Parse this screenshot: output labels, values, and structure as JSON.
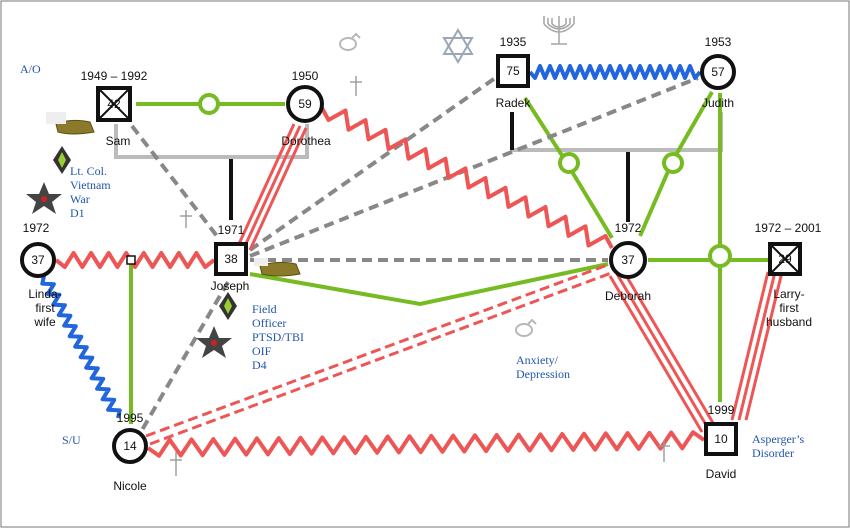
{
  "title": "",
  "colors": {
    "harmony": "#77bb22",
    "conflict": "#ee5555",
    "close_blue": "#2266dd",
    "distant": "#888888",
    "marriage": "#bbbbbb",
    "note_text": "#2255aa"
  },
  "side_labels": {
    "ao": "A/O",
    "su": "S/U"
  },
  "people": [
    {
      "id": "sam",
      "name": "Sam",
      "years": "1949 – 1992",
      "age": "42",
      "sex": "male",
      "deceased": true
    },
    {
      "id": "dorothea",
      "name": "Dorothea",
      "years": "1950",
      "age": "59",
      "sex": "female",
      "deceased": false
    },
    {
      "id": "radek",
      "name": "Radek",
      "years": "1935",
      "age": "75",
      "sex": "male",
      "deceased": false
    },
    {
      "id": "judith",
      "name": "Judith",
      "years": "1953",
      "age": "57",
      "sex": "female",
      "deceased": false
    },
    {
      "id": "linda",
      "name": "Linda-\nfirst\nwife",
      "years": "1972",
      "age": "37",
      "sex": "female",
      "deceased": false
    },
    {
      "id": "joseph",
      "name": "Joseph",
      "years": "1971",
      "age": "38",
      "sex": "male",
      "deceased": false
    },
    {
      "id": "deborah",
      "name": "Deborah",
      "years": "1972",
      "age": "37",
      "sex": "female",
      "deceased": false
    },
    {
      "id": "larry",
      "name": "Larry-\nfirst\nhusband",
      "years": "1972 – 2001",
      "age": "29",
      "sex": "male",
      "deceased": true
    },
    {
      "id": "nicole",
      "name": "Nicole",
      "years": "1995",
      "age": "14",
      "sex": "female",
      "deceased": false
    },
    {
      "id": "david",
      "name": "David",
      "years": "1999",
      "age": "10",
      "sex": "male",
      "deceased": false
    }
  ],
  "annotations": {
    "sam_service": "Lt. Col.\nVietnam\nWar\nD1",
    "joseph_service": "Field\nOfficer\nPTSD/TBI\nOIF\nD4",
    "deborah_condition": "Anxiety/\nDepression",
    "david_condition": "Asperger’s\nDisorder"
  },
  "icons": [
    "star-of-david-icon",
    "menorah-icon",
    "wedding-ring-icon",
    "cross-icon",
    "military-hat-icon",
    "medal-diamond-icon",
    "star-icon"
  ]
}
